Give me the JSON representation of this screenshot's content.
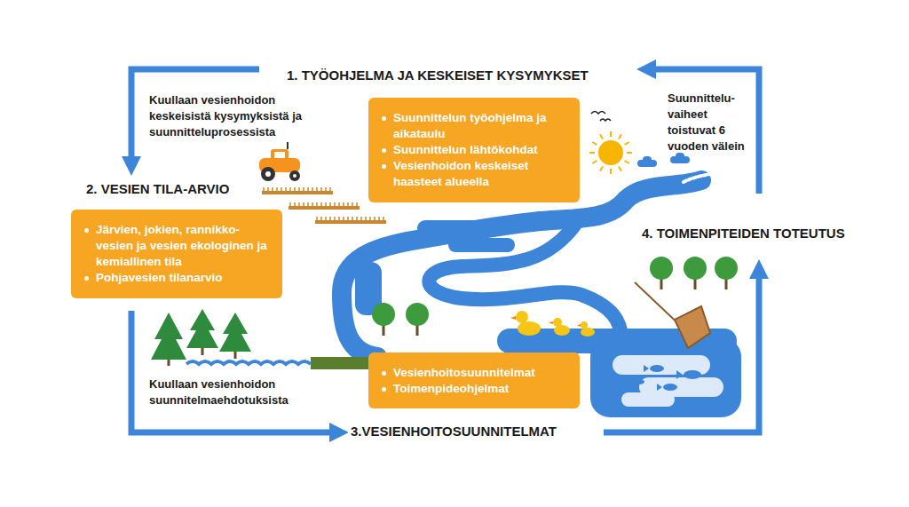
{
  "diagram": {
    "nodes": [
      {
        "text": [
          "Suunnittelun työohjelma ja aikataulu",
          "Suunnittelun lähtökohdat",
          "Vesienhoidon keskeiset haasteet alueella"
        ]
      },
      {
        "text": [
          "Järvien, jokien, rannikko- vesien ja vesien ekologinen ja kemiallinen tila",
          "Pohjavesien tilanarvio"
        ]
      },
      {
        "text": [
          "Vesienhoitosuunnitelmat",
          "Toimenpideohjelmat"
        ]
      }
    ],
    "labels": [
      "1. TYÖOHJELMA JA KESKEISET KYSYMYKSET",
      "Kuullaan vesienhoidon keskeisistä kysymyksistä ja suunnitteluprosessista",
      "Suunnittelu- vaiheet toistuvat 6 vuoden välein",
      "2. VESIEN TILA-ARVIO",
      "4. TOIMENPITEIDEN TOTEUTUS",
      "Kuullaan vesienhoidon suunnitelmaehdotuksista",
      "3.VESIENHOITOSUUNNITELMAT"
    ]
  }
}
